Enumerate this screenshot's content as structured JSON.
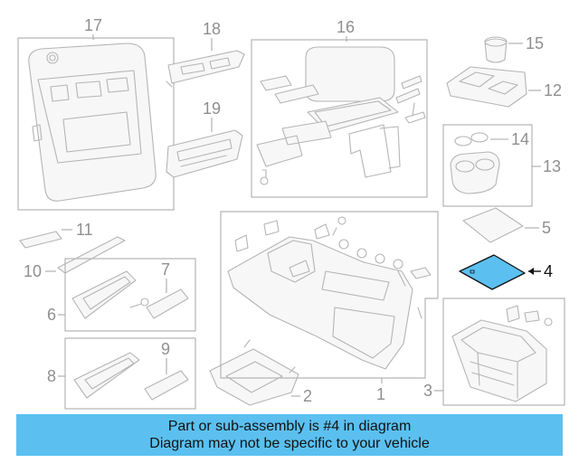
{
  "colors": {
    "banner_bg": "#5bc0f0",
    "highlight_part": "#5bc0f0",
    "line_gray": "#b5b5b5"
  },
  "callouts": {
    "n1": "1",
    "n2": "2",
    "n3": "3",
    "n4": "4",
    "n5": "5",
    "n6": "6",
    "n7": "7",
    "n8": "8",
    "n9": "9",
    "n10": "10",
    "n11": "11",
    "n12": "12",
    "n13": "13",
    "n14": "14",
    "n15": "15",
    "n16": "16",
    "n17": "17",
    "n18": "18",
    "n19": "19"
  },
  "highlighted_part": "4",
  "banner": {
    "line1": "Part or sub-assembly is #4 in diagram",
    "line2": "Diagram may not be specific to your vehicle"
  }
}
